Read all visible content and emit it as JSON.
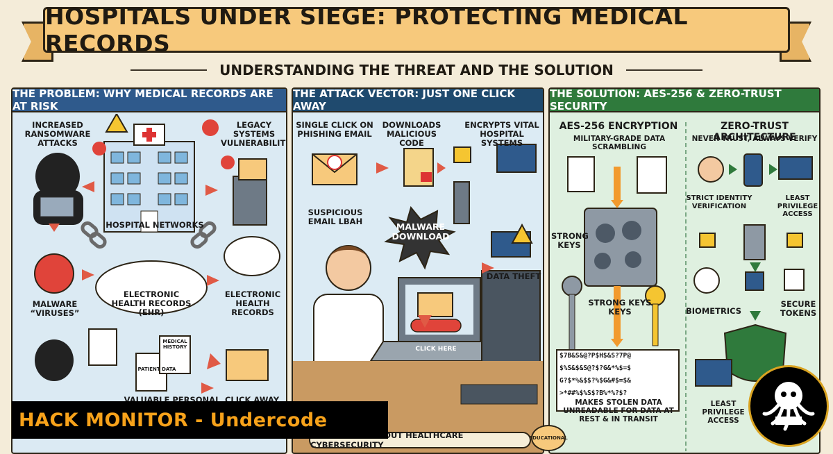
{
  "header": {
    "title": "HOSPITALS UNDER SIEGE: PROTECTING MEDICAL RECORDS",
    "subtitle": "UNDERSTANDING THE THREAT AND THE SOLUTION"
  },
  "panel_problem": {
    "title": "THE PROBLEM: WHY MEDICAL RECORDS ARE AT RISK",
    "labels": {
      "ransomware": "INCREASED RANSOMWARE ATTACKS",
      "legacy": "LEGACY SYSTEMS VULNERABILITIES",
      "networks": "HOSPITAL NETWORKS",
      "malware": "MALWARE “VIRUSES”",
      "ehr": "ELECTRONIC HEALTH RECORDS (EHR)",
      "ehr_right": "ELECTRONIC HEALTH RECORDS",
      "medical_history": "MEDICAL HISTORY",
      "patient_data": "PATIENT DATA",
      "valuable": "VALUABLE PERSONAL",
      "click_away": "CLICK AWAY"
    }
  },
  "panel_attack": {
    "title": "THE ATTACK VECTOR: JUST ONE CLICK AWAY",
    "labels": {
      "single_click": "SINGLE CLICK ON PHISHING EMAIL",
      "downloads": "DOWNLOADS MALICIOUS CODE",
      "encrypts": "ENCRYPTS VITAL HOSPITAL SYSTEMS",
      "suspicious": "SUSPICIOUS EMAIL LBAH",
      "malware_download": "MALWARE DOWNLOAD",
      "data_theft": "DATA THEFT",
      "click_here": "CLICK HERE"
    }
  },
  "panel_solution": {
    "title": "THE SOLUTION: AES-256 & ZERO-TRUST SECURITY",
    "labels": {
      "aes_title": "AES-256 ENCRYPTION",
      "aes_sub": "MILITARY-GRADE DATA SCRAMBLING",
      "zt_title": "ZERO-TRUST ARCHITECTURE",
      "zt_sub": "NEVER TRUST, ALWAYS VERIFY",
      "strict_identity": "STRICT IDENTITY VERIFICATION",
      "least_priv": "LEAST PRIVILEGE ACCESS",
      "strong_keys_left": "STRONG KEYS",
      "strong_keys_mid": "STRONG KEYS KEYS",
      "biometrics": "BIOMETRICS",
      "secure_tokens": "SECURE TOKENS",
      "cipher1": "$7B&S&@?P$H$&S?7P@",
      "cipher2": "$%S&$&S@?$?g&*%$=$",
      "cipher3": "g?$*%&$$?%$g&#$=$&",
      "cipher4": ">*##%$%S$?b%*%?$?",
      "unreadable": "MAKES STOLEN DATA UNREADABLE FOR DATA AT REST & IN TRANSIT",
      "least_priv2": "LEAST PRIVILEGE ACCESS"
    }
  },
  "footer": {
    "learn_more": "LEARN MORE ABOUT HEALTHCARE CYBERSECURITY",
    "seal": "EDUCATIONAL"
  },
  "watermark": {
    "text": "HACK MONITOR - Undercode"
  },
  "colors": {
    "problem_header": "#2f5a8c",
    "attack_header": "#1f4a6e",
    "solution_header": "#2f7a3c",
    "brand_orange": "#f7a21a"
  }
}
